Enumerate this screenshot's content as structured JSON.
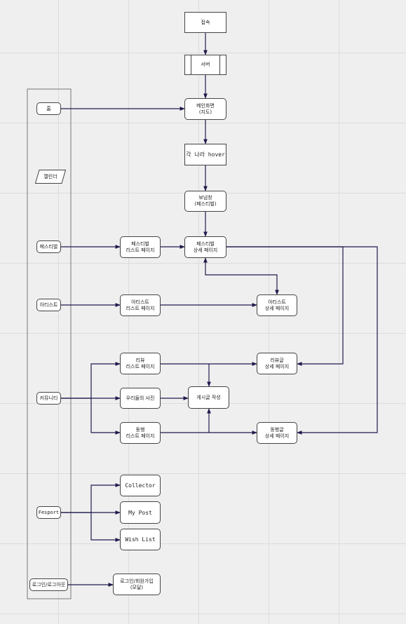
{
  "colors": {
    "line": "#1f1b4d",
    "border": "#444444",
    "background": "#efefef",
    "grid": "#dcdcdc"
  },
  "nodes": {
    "access": "접속",
    "server": "서버",
    "main_page": "메인화면\n(지도)",
    "region_hover": "각 나라 hover",
    "popup": "보넘창\n(페스티벌)",
    "home": "홈",
    "calendar": "캘린더",
    "festival": "페스티벌",
    "artist": "아티스트",
    "community": "커뮤니티",
    "fesport": "Fesport",
    "login": "로그인/로그아웃",
    "festival_list": "페스티벌\n리스트 페이지",
    "festival_detail": "페스티벌\n상세 페이지",
    "artist_list": "아티스트\n리스트 페이지",
    "artist_detail": "아티스트\n상세 페이지",
    "review_list": "리뷰\n리스트 페이지",
    "review_detail": "리뷰글\n상세 페이지",
    "our_photo": "우리들의 사진",
    "write_post": "게시글 작성",
    "companion_list": "동행\n리스트 페이지",
    "companion_detail": "동행글\n상세 페이지",
    "collector": "Collector",
    "my_post": "My Post",
    "wish_list": "Wish List",
    "login_signup": "로그인/회원가입\n(모달)"
  }
}
